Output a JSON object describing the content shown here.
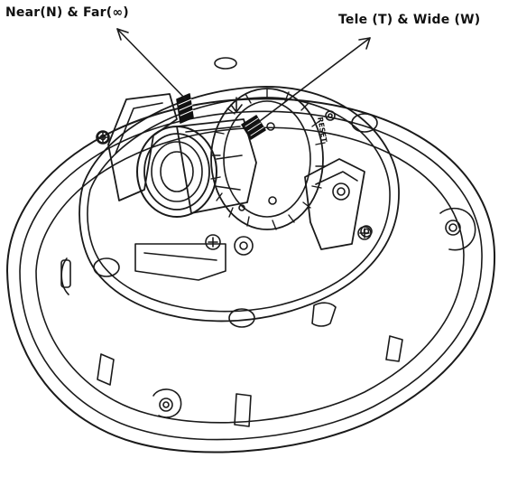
{
  "callouts": {
    "focus": "Near(N) & Far(∞)",
    "zoom": "Tele (T) & Wide (W)"
  },
  "panel_text": {
    "reset": "RESET"
  },
  "colors": {
    "line": "#1a1a1a",
    "background": "#ffffff",
    "lever": "#111111"
  }
}
